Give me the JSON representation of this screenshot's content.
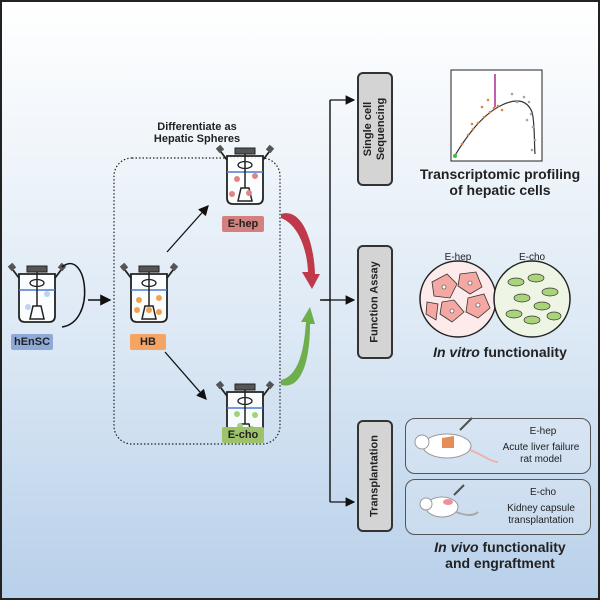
{
  "diagram": {
    "differentiate_title_line1": "Differentiate as",
    "differentiate_title_line2": "Hepatic Spheres",
    "stages": [
      {
        "label": "hEnSC",
        "color": "#8fa9d8"
      },
      {
        "label": "HB",
        "color": "#f5a463"
      },
      {
        "label": "E-hep",
        "color": "#d4807f"
      },
      {
        "label": "E-cho",
        "color": "#9dc26a"
      }
    ],
    "curved_arrows": {
      "top_color": "#c0394a",
      "bottom_color": "#6fae4d"
    },
    "branches": [
      {
        "label_line1": "Single cell",
        "label_line2": "Sequencing",
        "caption_line1": "Transcriptomic profiling",
        "caption_line2": "of hepatic cells"
      },
      {
        "label_line1": "Function Assay",
        "left_title": "E-hep",
        "right_title": "E-cho",
        "caption_italic": "In vitro",
        "caption_rest": " functionality"
      },
      {
        "label_line1": "Transplantation",
        "models": [
          {
            "title": "E-hep",
            "line1": "Acute liver failure",
            "line2": "rat model"
          },
          {
            "title": "E-cho",
            "line1": "Kidney capsule",
            "line2": "transplantation"
          }
        ],
        "caption_italic": "In vivo",
        "caption_rest": " functionality",
        "caption_line2": "and engraftment"
      }
    ]
  }
}
